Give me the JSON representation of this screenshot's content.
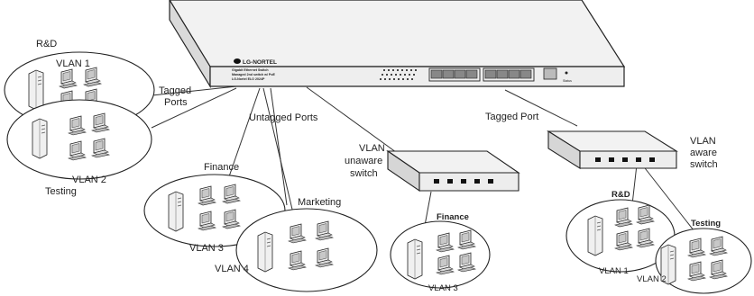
{
  "main_switch": {
    "brand": "LG-NORTEL",
    "model_lines": [
      "Gigabit Ethernet Switch",
      "Managed 2nd switch w/ PoE",
      "LG-Nortel ELO 2024P"
    ],
    "status_label": "Status"
  },
  "labels": {
    "tagged_ports": [
      "Tagged",
      "Ports"
    ],
    "untagged_ports": "Untagged Ports",
    "tagged_port": "Tagged Port",
    "vlan_unaware": [
      "VLAN",
      "unaware",
      "switch"
    ],
    "vlan_aware": [
      "VLAN",
      "aware",
      "switch"
    ]
  },
  "groups": {
    "rd_left": {
      "title": "R&D",
      "vlan": "VLAN 1"
    },
    "testing_left": {
      "vlan": "VLAN 2",
      "title": "Testing"
    },
    "finance_left": {
      "title": "Finance",
      "vlan": "VLAN 3"
    },
    "marketing": {
      "title": "Marketing",
      "vlan": "VLAN 4"
    },
    "finance_mid": {
      "title": "Finance",
      "vlan": "VLAN 3"
    },
    "rd_right": {
      "title": "R&D",
      "vlan": "VLAN 1"
    },
    "testing_right": {
      "title": "Testing",
      "vlan": "VLAN 2"
    }
  },
  "colors": {
    "line": "#333333",
    "device_top": "#f2f2f2",
    "device_side": "#d4d4d4",
    "port": "#111111"
  }
}
